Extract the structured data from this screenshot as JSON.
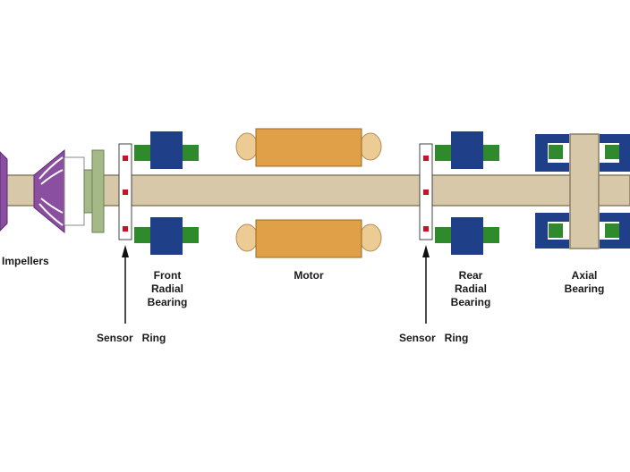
{
  "labels": {
    "impellers": "Impellers",
    "front_bearing": [
      "Front",
      "Radial",
      "Bearing"
    ],
    "motor": "Motor",
    "rear_bearing": [
      "Rear",
      "Radial",
      "Bearing"
    ],
    "axial_bearing": [
      "Axial",
      "Bearing"
    ],
    "sensor_ring_front": "Sensor   Ring",
    "sensor_ring_rear": "Sensor   Ring"
  },
  "colors": {
    "shaft": "#d6c8a8",
    "shaft_outline": "#8a7e64",
    "impeller": "#8a4fa0",
    "motor": "#e0a048",
    "motor_endcap": "#eccb94",
    "bearing_blue": "#1f3f88",
    "bearing_green": "#2e8a2a",
    "sensor_dot": "#cc1122",
    "coupling_green": "#a4b888"
  }
}
